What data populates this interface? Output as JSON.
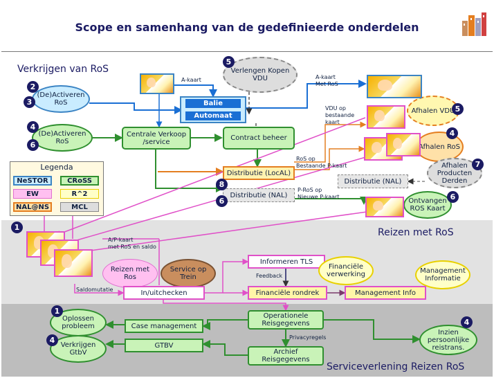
{
  "title": "Scope en samenhang van de gedefinieerde onderdelen",
  "sections": {
    "verkrijgen": "Verkrijgen  van RoS",
    "reizen": "Reizen  met RoS",
    "service": "Serviceverlening  Reizen RoS"
  },
  "legend": {
    "title": "Legenda",
    "items": [
      "NeSTOR",
      "CRoSS",
      "EW",
      "R^2",
      "NAL@NS",
      "MCL"
    ],
    "colors": [
      "#c9ecff",
      "#c9f3b8",
      "#ffc0f0",
      "#ffffc8",
      "#ffe1a8",
      "#dddddd"
    ]
  },
  "nodes": {
    "activeren1": "(De)Activeren RoS",
    "activeren2": "(De)Activeren RoS",
    "verlengen": "Verlengen Kopen VDU",
    "balie": "Balie",
    "automaat": "Automaat",
    "centrale": "Centrale Verkoop /service",
    "contract": "Contract beheer",
    "dist_local": "Distributie (LocAL)",
    "dist_nal1": "Distributie (NAL)",
    "dist_nal2": "Distributie (NAL)",
    "afhalen_vdu": "Afhalen VDU",
    "afhalen_ros": "Afhalen RoS",
    "afhalen_producten": "Afhalen Producten Derden",
    "ontvangen": "Ontvangen ROS Kaart",
    "reizen_ros": "Reizen met Ros",
    "service_trein": "Service op Trein",
    "in_uitchecken": "In/uitchecken",
    "informeren_tls": "Informeren TLS",
    "financiele_verwerking": "Financiële verwerking",
    "management_informatie": "Management Informatie",
    "financiele_rondrek": "Financiële rondrek",
    "management_info": "Management Info",
    "oplossen": "Oplossen probleem",
    "case_mgmt": "Case management",
    "operationele": "Operationele Reisgegevens",
    "verkrijgen_gtbv": "Verkrijgen GtbV",
    "gtbv": "GTBV",
    "archief": "Archief Reisgegevens",
    "inzien": "Inzien persoonlijke reistrans."
  },
  "badges": [
    "2",
    "3",
    "4",
    "6",
    "5",
    "5",
    "4",
    "7",
    "8",
    "6",
    "6",
    "1",
    "1",
    "4",
    "4"
  ],
  "labels": {
    "akaart": "A-kaart",
    "akaart_met_ros_1": "A-kaart",
    "akaart_met_ros_2": "Met RoS",
    "vdu_bestaande_1": "VDU op",
    "vdu_bestaande_2": "bestaande",
    "vdu_bestaande_3": "kaart",
    "ros_op_1": "RoS op",
    "ros_op_2": "Bestaande P-kaart",
    "pros_1": "P-RoS op",
    "pros_2": "Nieuwe P-kaart",
    "apkaart_1": "A/P-kaart",
    "apkaart_2": "met RoS en saldo",
    "saldomutatie": "Saldomutatie",
    "feedback": "Feedback",
    "privacyregels": "Privacyregels"
  }
}
